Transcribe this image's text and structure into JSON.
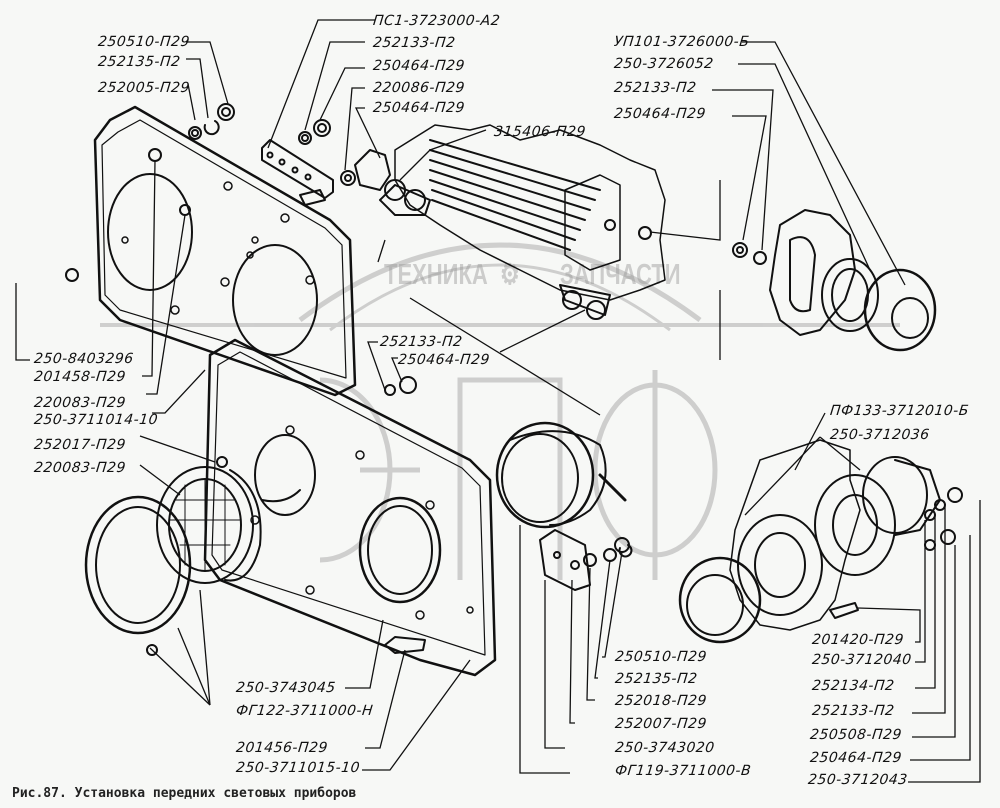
{
  "figure": {
    "caption": "Рис.87. Установка передних световых приборов",
    "watermark": {
      "left": "ТЕХНИКА",
      "gear": "⚙",
      "right": "ЗАПЧАСТИ",
      "logo": "ЭПФ"
    }
  },
  "labels": {
    "top_left": [
      "250510-П29",
      "252135-П2",
      "252005-П29"
    ],
    "top_center": [
      "ПС1-3723000-А2",
      "252133-П2",
      "250464-П29",
      "220086-П29",
      "250464-П29",
      "315406-П29"
    ],
    "top_right": [
      "УП101-3726000-Б",
      "250-3726052",
      "252133-П2",
      "250464-П29"
    ],
    "left": [
      "250-8403296",
      "201458-П29",
      "220083-П29",
      "250-3711014-10",
      "252017-П29",
      "220083-П29"
    ],
    "center": [
      "252133-П2",
      "250464-П29"
    ],
    "right_upper": [
      "ПФ133-3712010-Б",
      "250-3712036"
    ],
    "right_lower": [
      "201420-П29",
      "250-3712040",
      "252134-П2",
      "252133-П2",
      "250508-П29",
      "250464-П29",
      "250-3712043"
    ],
    "bottom_center": [
      "250510-П29",
      "252135-П2",
      "252018-П29",
      "252007-П29",
      "250-3743020",
      "ФГ119-3711000-В"
    ],
    "bottom_left": [
      "250-3743045",
      "ФГ122-3711000-Н",
      "201456-П29",
      "250-3711015-10"
    ]
  }
}
